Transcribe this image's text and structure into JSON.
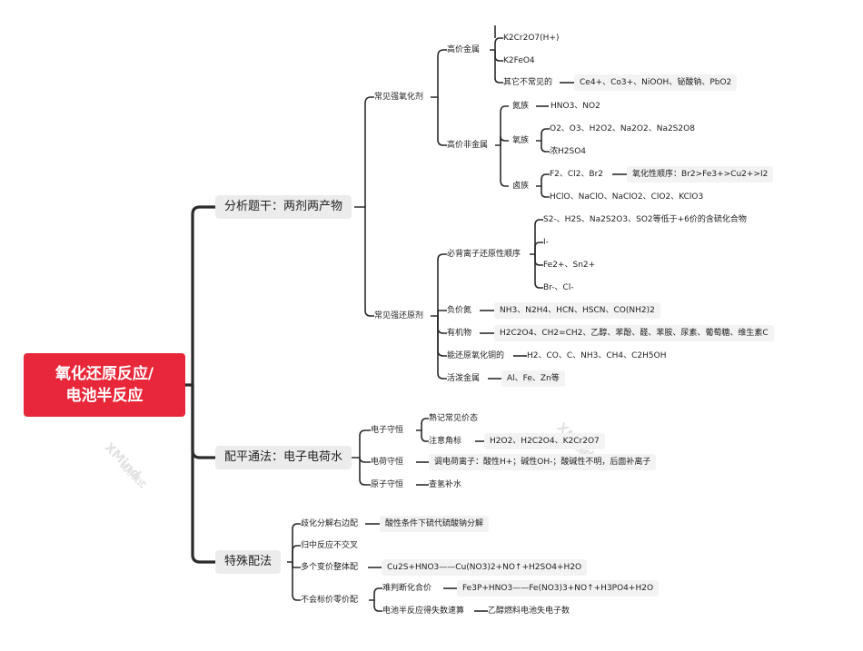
{
  "root": {
    "line1": "氧化还原反应/",
    "line2": "电池半反应"
  },
  "branches": {
    "analysis": {
      "label": "分析题干：两剂两产物",
      "oxidants": {
        "label": "常见强氧化剂",
        "high_metal": {
          "label": "高价金属",
          "items": [
            "K2Cr2O7(H+)",
            "K2FeO4"
          ],
          "rare_label": "其它不常见的",
          "rare_value": "Ce4+、Co3+、NiOOH、铋酸钠、PbO2"
        },
        "high_nonmetal": {
          "label": "高价非金属",
          "nitrogen": {
            "label": "氮族",
            "value": "HNO3、NO2"
          },
          "oxygen": {
            "label": "氧族",
            "items": [
              "O2、O3、H2O2、Na2O2、Na2S2O8",
              "浓H2SO4"
            ]
          },
          "halogen": {
            "label": "卤族",
            "items": [
              "F2、Cl2、Br2",
              "HClO、NaClO、NaClO2、ClO2、KClO3"
            ],
            "order": "氧化性顺序：Br2>Fe3+>Cu2+>I2"
          }
        }
      },
      "reductants": {
        "label": "常见强还原剂",
        "ion_order": {
          "label": "必背离子还原性顺序",
          "items": [
            "S2-、H2S、Na2S2O3、SO2等低于+6价的含硫化合物",
            "I-",
            "Fe2+、Sn2+",
            "Br-、Cl-"
          ]
        },
        "neg_nitrogen": {
          "label": "负价氮",
          "value": "NH3、N2H4、HCN、HSCN、CO(NH2)2"
        },
        "organic": {
          "label": "有机物",
          "value": "H2C2O4、CH2=CH2、乙醇、苯酚、醛、苯胺、尿素、葡萄糖、维生素C"
        },
        "reduce_cuo": {
          "label": "能还原氧化铜的",
          "value": "H2、CO、C、NH3、CH4、C2H5OH"
        },
        "active_metal": {
          "label": "活泼金属",
          "value": "Al、Fe、Zn等"
        }
      }
    },
    "balance": {
      "label": "配平通法：电子电荷水",
      "electron": {
        "label": "电子守恒",
        "items": [
          "熟记常见价态",
          "注意角标"
        ],
        "note_value": "H2O2、H2C2O4、K2Cr2O7"
      },
      "charge": {
        "label": "电荷守恒",
        "value": "调电荷离子：酸性H+；碱性OH-；酸碱性不明，后面补离子"
      },
      "atom": {
        "label": "原子守恒",
        "value": "查氢补水"
      }
    },
    "special": {
      "label": "特殊配法",
      "disprop": {
        "label": "歧化分解右边配",
        "value": "酸性条件下硫代硫酸钠分解"
      },
      "comprop": {
        "label": "归中反应不交叉"
      },
      "multi": {
        "label": "多个变价整体配",
        "value": "Cu2S+HNO3——Cu(NO3)2+NO↑+H2SO4+H2O"
      },
      "zero": {
        "label": "不会标价零价配",
        "hard": {
          "label": "难判断化合价",
          "value": "Fe3P+HNO3——Fe(NO3)3+NO↑+H3PO4+H2O"
        },
        "battery": {
          "label": "电池半反应得失数速算",
          "value": "乙醇燃料电池失电子数"
        }
      }
    }
  },
  "watermark": {
    "brand": "XMind",
    "sub": "试用模式"
  }
}
